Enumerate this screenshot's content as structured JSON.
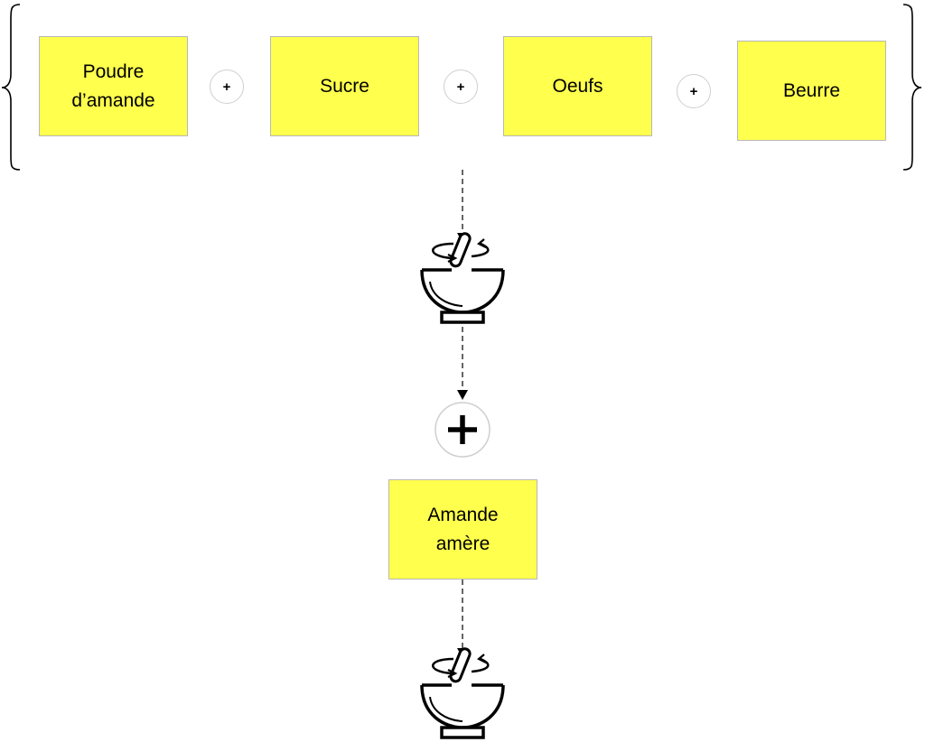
{
  "ingredients": [
    {
      "label": "Poudre\nd’amande"
    },
    {
      "label": "Sucre"
    },
    {
      "label": "Oeufs"
    },
    {
      "label": "Beurre"
    }
  ],
  "operators": {
    "plus": "+"
  },
  "extra_ingredient": {
    "label": "Amande\namère"
  },
  "colors": {
    "note_fill": "#ffff4d",
    "note_border": "#b8b8b8",
    "line": "#000000",
    "circle_border": "#cfcfcf"
  },
  "icons": {
    "mix": "mixing-bowl-icon",
    "add": "plus-circle-icon"
  }
}
